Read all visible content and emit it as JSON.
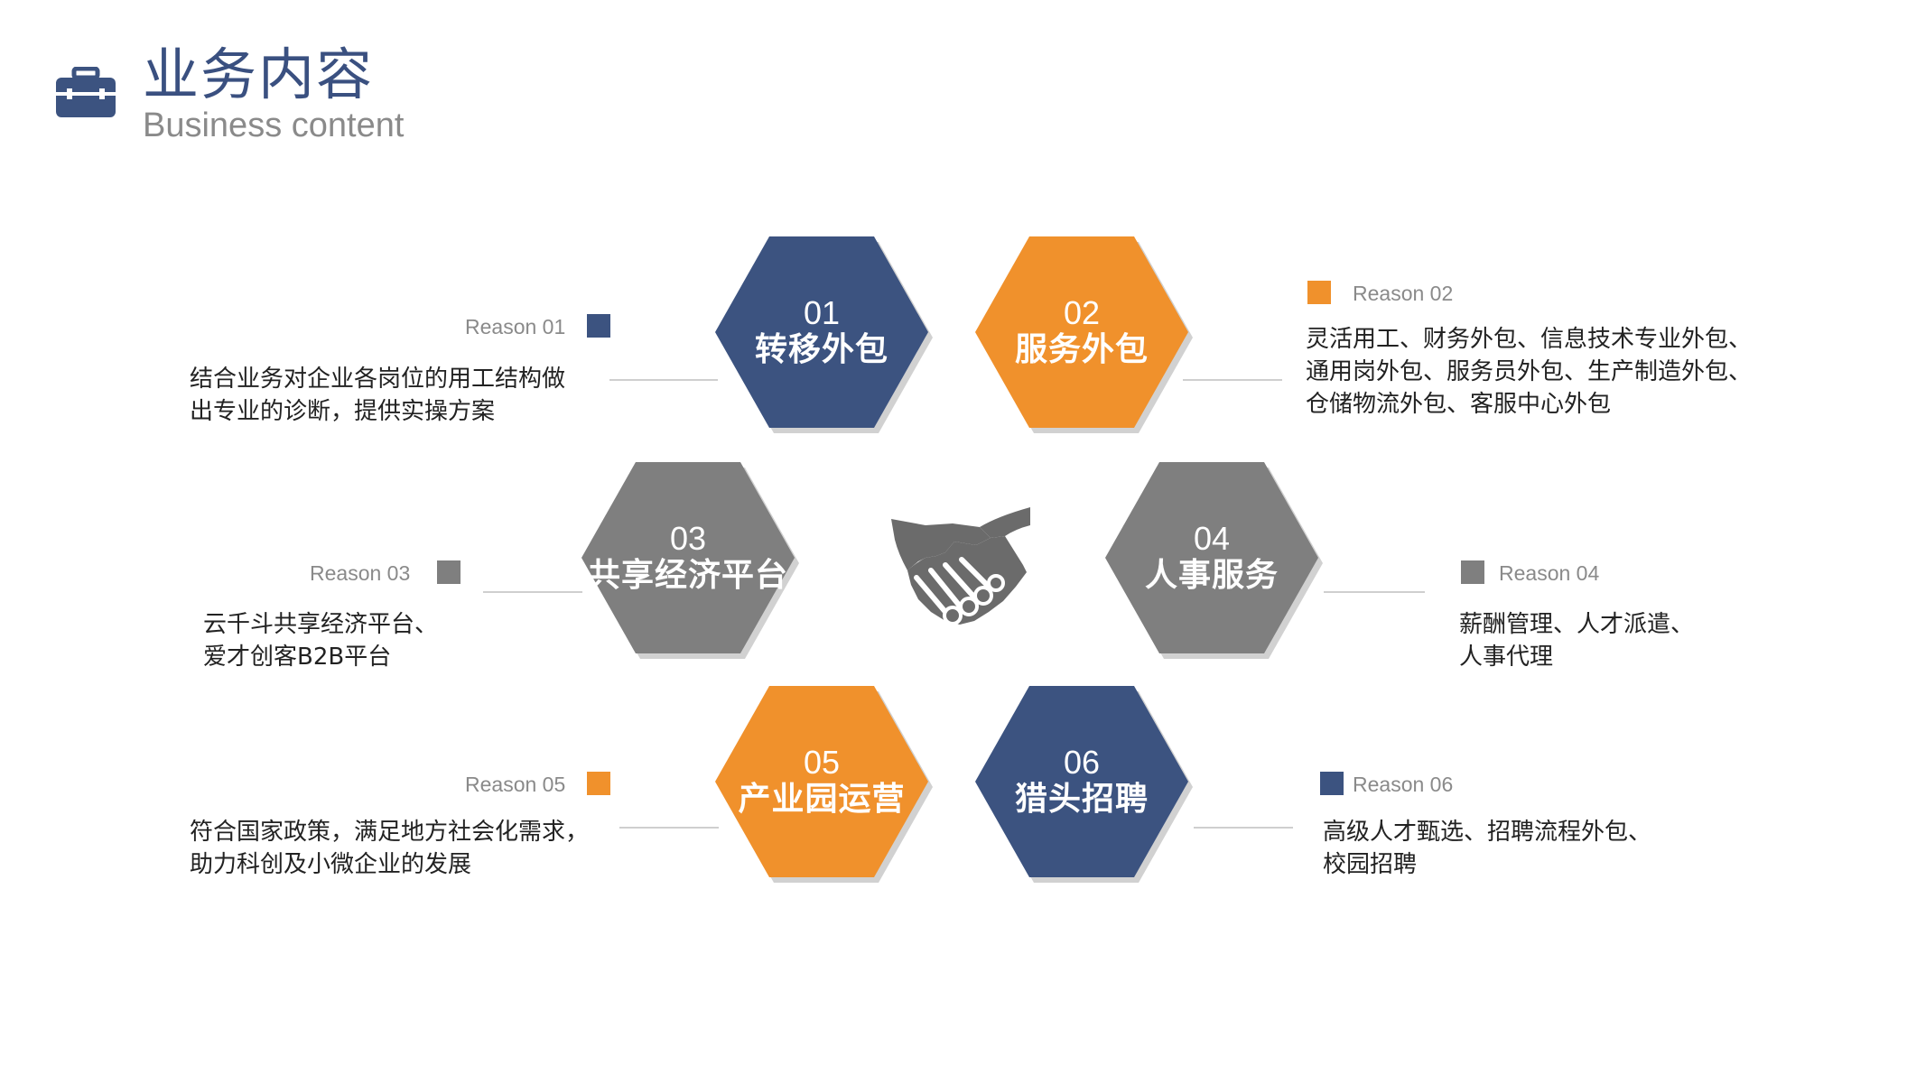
{
  "header": {
    "title_cn": "业务内容",
    "title_en": "Business content",
    "icon": "briefcase-icon"
  },
  "colors": {
    "navy": "#3c5380",
    "orange": "#f0912c",
    "gray": "#7f7f7f",
    "title": "#3a5080"
  },
  "center_icon": "handshake-icon",
  "items": [
    {
      "num": "01",
      "label": "转移外包",
      "reason": "Reason 01",
      "color": "navy",
      "desc": [
        "结合业务对企业各岗位的用工结构做",
        "出专业的诊断，提供实操方案"
      ]
    },
    {
      "num": "02",
      "label": "服务外包",
      "reason": "Reason 02",
      "color": "orange",
      "desc": [
        "灵活用工、财务外包、信息技术专业外包、",
        "通用岗外包、服务员外包、生产制造外包、",
        "仓储物流外包、客服中心外包"
      ]
    },
    {
      "num": "03",
      "label": "共享经济平台",
      "reason": "Reason 03",
      "color": "gray",
      "desc": [
        "云千斗共享经济平台、",
        "爱才创客B2B平台"
      ]
    },
    {
      "num": "04",
      "label": "人事服务",
      "reason": "Reason 04",
      "color": "gray",
      "desc": [
        "薪酬管理、人才派遣、",
        "人事代理"
      ]
    },
    {
      "num": "05",
      "label": "产业园运营",
      "reason": "Reason 05",
      "color": "orange",
      "desc": [
        "符合国家政策，满足地方社会化需求，",
        "助力科创及小微企业的发展"
      ]
    },
    {
      "num": "06",
      "label": "猎头招聘",
      "reason": "Reason 06",
      "color": "navy",
      "desc": [
        "高级人才甄选、招聘流程外包、",
        "校园招聘"
      ]
    }
  ]
}
